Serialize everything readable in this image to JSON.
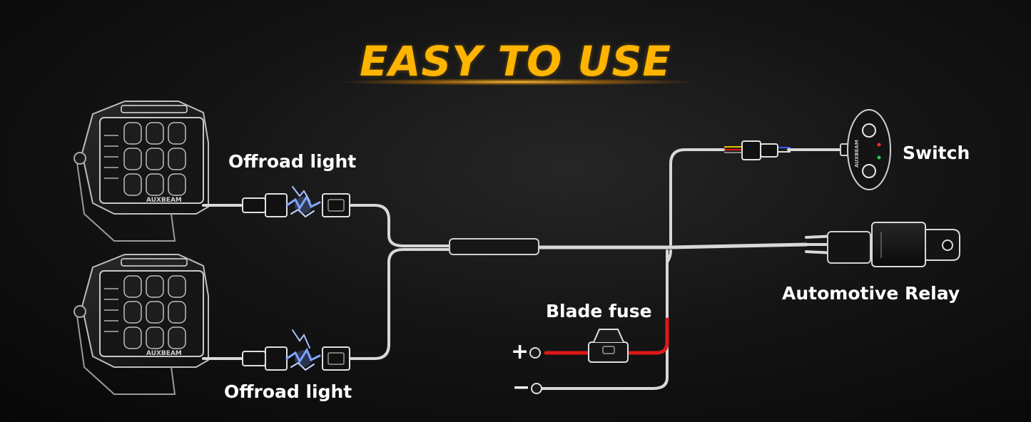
{
  "title": "EASY TO USE",
  "brand": "AUXBEAM",
  "labels": {
    "offroad_light_top": "Offroad light",
    "offroad_light_bottom": "Offroad light",
    "switch": "Switch",
    "relay": "Automotive Relay",
    "fuse": "Blade fuse",
    "positive": "+",
    "negative": "−"
  },
  "colors": {
    "title": "#ffb400",
    "wire": "#cfcfcf",
    "positive_wire": "#e01818",
    "spark": "#7fa6ff",
    "switch_led_red": "#ff2a2a",
    "switch_led_green": "#22d04a"
  }
}
